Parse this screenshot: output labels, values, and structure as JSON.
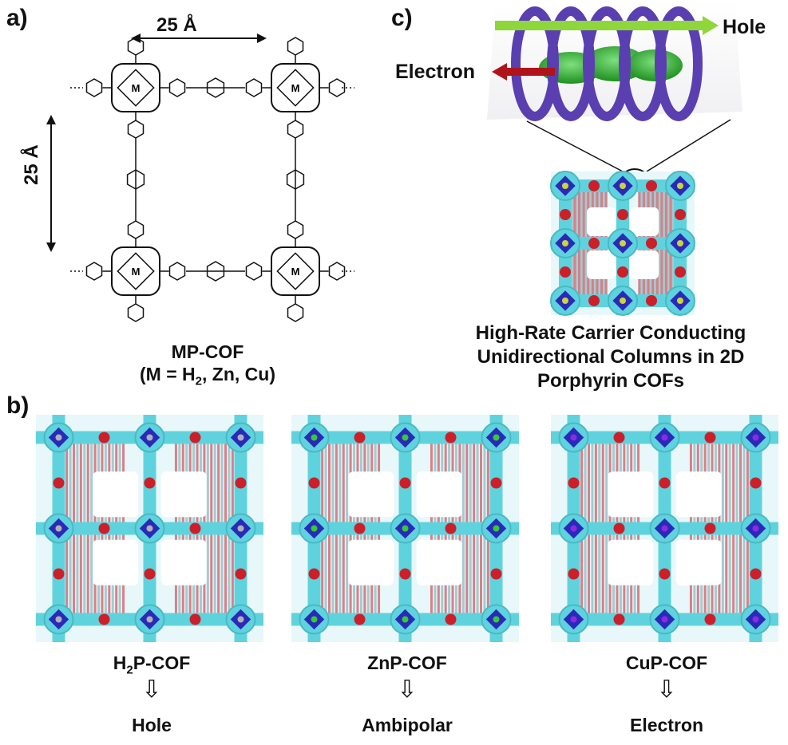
{
  "panel_a": {
    "label": "a)",
    "dim_horizontal": "25 Å",
    "dim_vertical": "25 Å",
    "title": "MP-COF",
    "subtitle_prefix": "(M = H",
    "subtitle_sub": "2",
    "subtitle_suffix": ", Zn, Cu)"
  },
  "panel_b": {
    "label": "b)",
    "cofs": [
      {
        "name_prefix": "H",
        "name_sub": "2",
        "name_suffix": "P-COF",
        "result": "Hole",
        "metal_color": "#b0b0b8"
      },
      {
        "name_prefix": "ZnP-COF",
        "name_sub": "",
        "name_suffix": "",
        "result": "Ambipolar",
        "metal_color": "#33cc33"
      },
      {
        "name_prefix": "CuP-COF",
        "name_sub": "",
        "name_suffix": "",
        "result": "Electron",
        "metal_color": "#8a2be2"
      }
    ],
    "arrow_glyph": "⇩"
  },
  "panel_c": {
    "label": "c)",
    "hole_label": "Hole",
    "electron_label": "Electron",
    "caption_lines": [
      "High-Rate Carrier Conducting",
      "Unidirectional Columns in 2D",
      "Porphyrin COFs"
    ]
  },
  "colors": {
    "cyan": "#5fd3dd",
    "red": "#cc1f2a",
    "blue": "#2a2ab8",
    "helix": "#5a3fb0",
    "hole_arrow": "#8fd63a",
    "electron_arrow": "#b0141a",
    "green_core": "#2fae2f"
  }
}
